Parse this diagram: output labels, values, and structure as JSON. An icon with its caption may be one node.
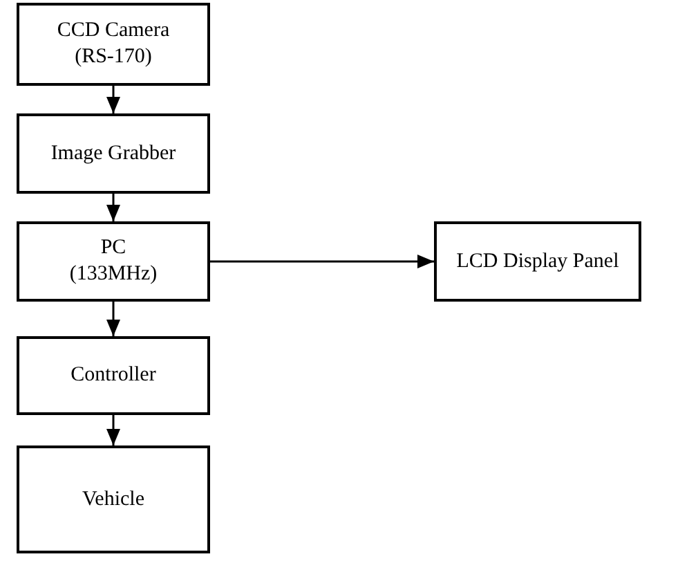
{
  "diagram": {
    "nodes": [
      {
        "text": [
          "CCD Camera",
          "(RS-170)"
        ]
      },
      {
        "text": [
          "Image Grabber"
        ]
      },
      {
        "text": [
          "PC",
          "(133MHz)"
        ]
      },
      {
        "text": [
          "LCD Display Panel"
        ]
      },
      {
        "text": [
          "Controller"
        ]
      },
      {
        "text": [
          "Vehicle"
        ]
      }
    ],
    "edges": [
      {
        "from": 0,
        "to": 1,
        "arrow": "to"
      },
      {
        "from": 1,
        "to": 2,
        "arrow": "to"
      },
      {
        "from": 2,
        "to": 3,
        "arrow": "to"
      },
      {
        "from": 2,
        "to": 4,
        "arrow": "to"
      },
      {
        "from": 4,
        "to": 5,
        "arrow": "to"
      }
    ]
  }
}
